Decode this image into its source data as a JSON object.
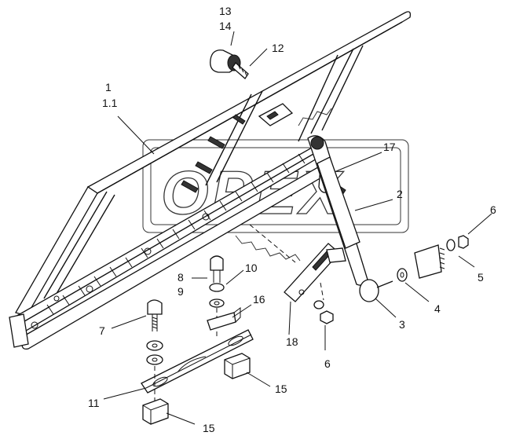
{
  "watermark": {
    "text": "OPEX"
  },
  "callouts": [
    {
      "id": "13",
      "label": "13"
    },
    {
      "id": "14",
      "label": "14"
    },
    {
      "id": "12",
      "label": "12"
    },
    {
      "id": "1",
      "label": "1"
    },
    {
      "id": "1_1",
      "label": "1.1"
    },
    {
      "id": "17",
      "label": "17"
    },
    {
      "id": "2",
      "label": "2"
    },
    {
      "id": "6a",
      "label": "6"
    },
    {
      "id": "5",
      "label": "5"
    },
    {
      "id": "4",
      "label": "4"
    },
    {
      "id": "3",
      "label": "3"
    },
    {
      "id": "6b",
      "label": "6"
    },
    {
      "id": "18",
      "label": "18"
    },
    {
      "id": "10",
      "label": "10"
    },
    {
      "id": "8",
      "label": "8"
    },
    {
      "id": "9",
      "label": "9"
    },
    {
      "id": "16",
      "label": "16"
    },
    {
      "id": "7",
      "label": "7"
    },
    {
      "id": "11",
      "label": "11"
    },
    {
      "id": "15a",
      "label": "15"
    },
    {
      "id": "15b",
      "label": "15"
    }
  ]
}
